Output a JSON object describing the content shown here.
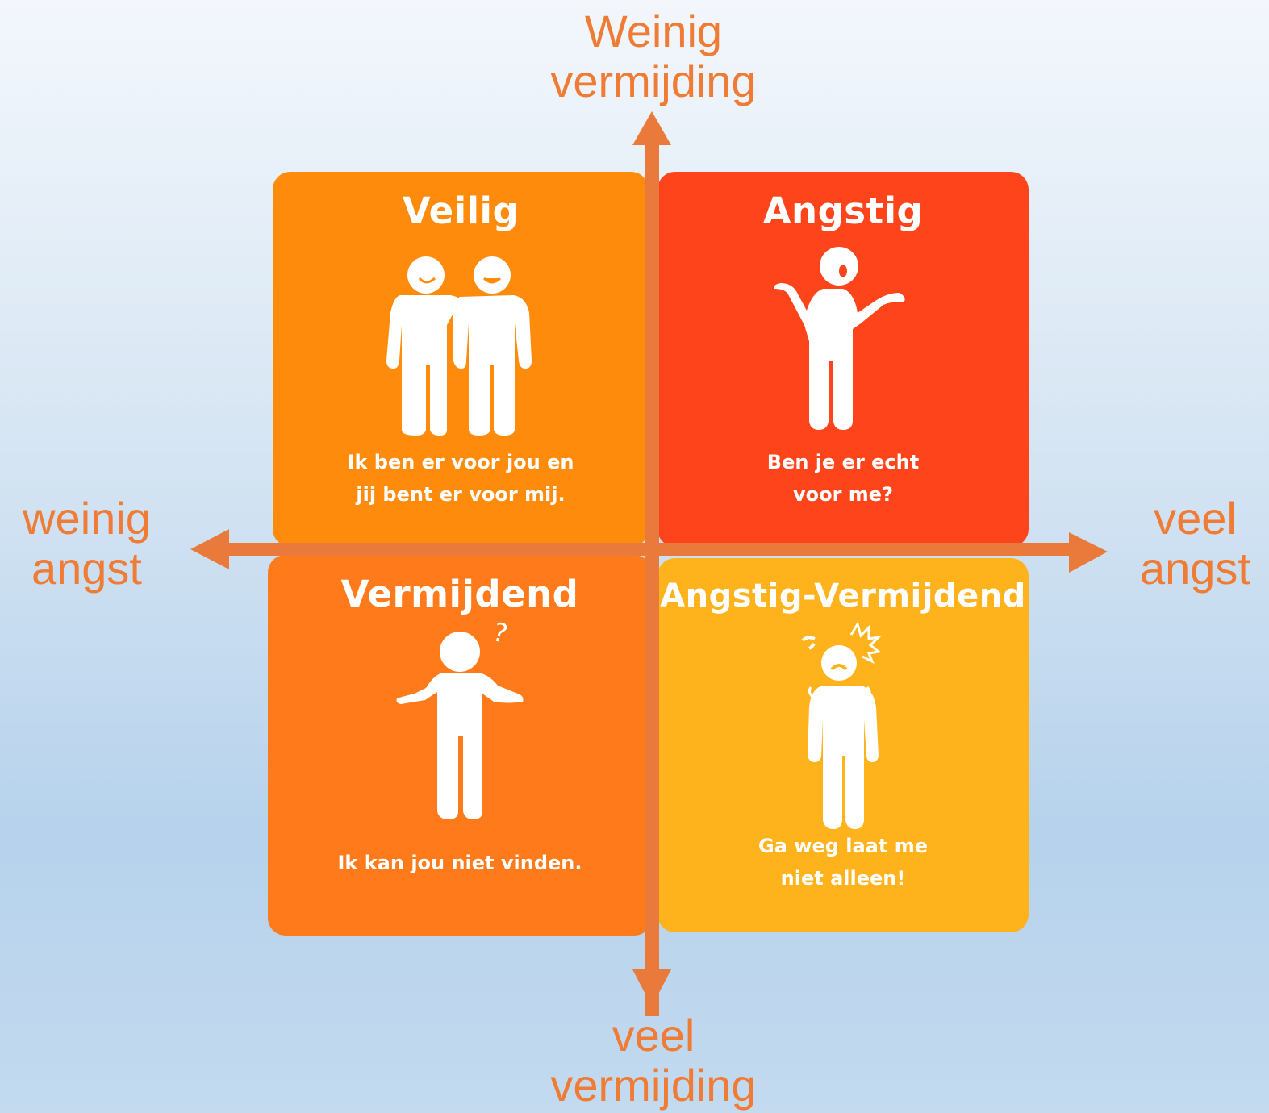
{
  "axes": {
    "top": [
      "Weinig",
      "vermijding"
    ],
    "bottom": [
      "veel",
      "vermijding"
    ],
    "left": [
      "weinig",
      "angst"
    ],
    "right": [
      "veel",
      "angst"
    ]
  },
  "quadrants": {
    "veilig": {
      "title": "Veilig",
      "text": [
        "Ik ben er voor jou en",
        "jij bent er voor mij."
      ],
      "color": "#fe8b0c",
      "icon": "two-friends-icon"
    },
    "angstig": {
      "title": "Angstig",
      "text": [
        "Ben je er echt",
        "voor me?"
      ],
      "color": "#fe441a",
      "icon": "shrugging-person-icon"
    },
    "vermijdend": {
      "title": "Vermijdend",
      "text": [
        "Ik kan jou niet vinden."
      ],
      "color": "#fe7a1a",
      "icon": "confused-person-icon"
    },
    "angstig_vermijdend": {
      "title": "Angstig-Vermijdend",
      "text": [
        "Ga weg laat me",
        "niet alleen!"
      ],
      "color": "#feb21c",
      "icon": "stressed-person-icon"
    }
  },
  "colors": {
    "axis": "#ef7b34",
    "axis_arrow": "#ea7a3c"
  }
}
